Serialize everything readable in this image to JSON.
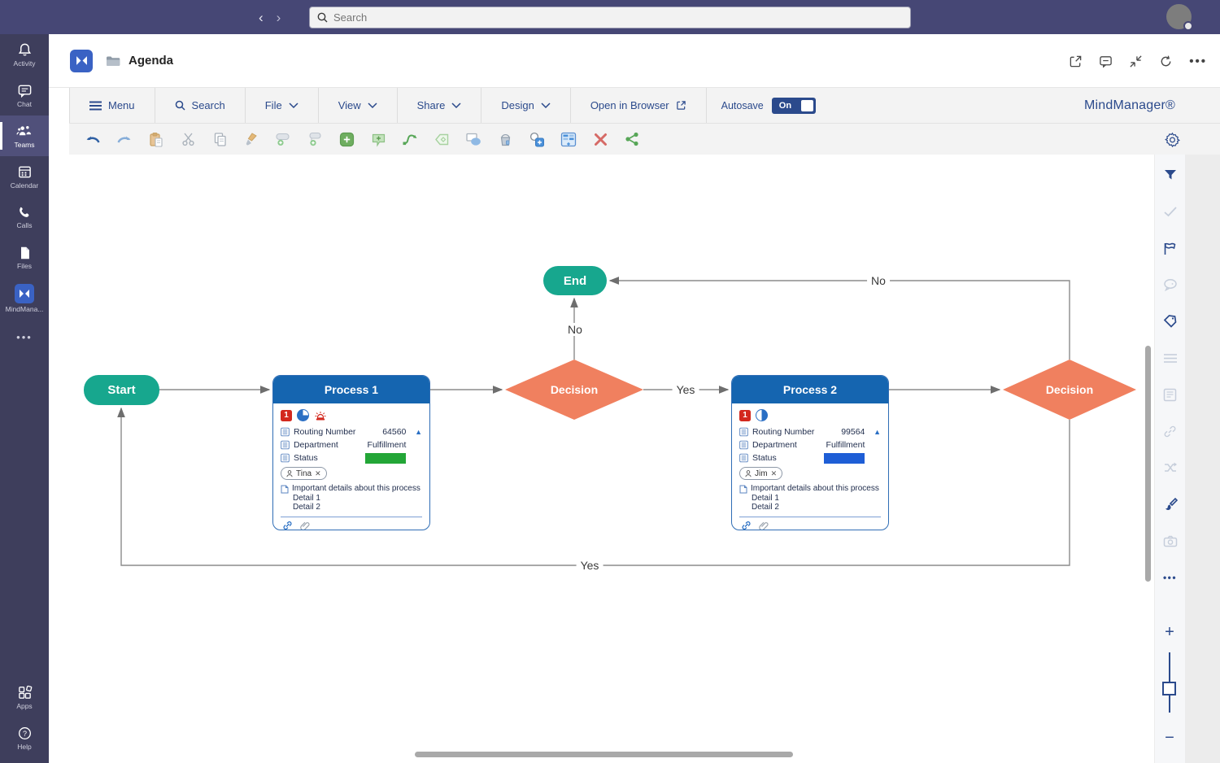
{
  "topbar": {
    "search_placeholder": "Search"
  },
  "teams_sidebar": {
    "items": [
      {
        "label": "Activity"
      },
      {
        "label": "Chat"
      },
      {
        "label": "Teams"
      },
      {
        "label": "Calendar"
      },
      {
        "label": "Calls"
      },
      {
        "label": "Files"
      },
      {
        "label": "MindMana..."
      }
    ],
    "bottom": [
      {
        "label": "Apps"
      },
      {
        "label": "Help"
      }
    ]
  },
  "tab_header": {
    "title": "Agenda"
  },
  "menubar": {
    "menu": "Menu",
    "search": "Search",
    "file": "File",
    "view": "View",
    "share": "Share",
    "design": "Design",
    "open_in_browser": "Open in Browser",
    "autosave_label": "Autosave",
    "autosave_state": "On",
    "brand": "MindManager®"
  },
  "toolbar": {
    "icons": [
      "undo",
      "redo",
      "paste",
      "cut",
      "copy",
      "format-painter",
      "add-topic",
      "add-subtopic",
      "new-topic",
      "callout",
      "relationship",
      "boundary",
      "shapes",
      "fill",
      "smart-shape",
      "matrix",
      "delete",
      "share",
      "settings"
    ]
  },
  "colors": {
    "teal": "#17a78e",
    "process_blue": "#1565b0",
    "decision_salmon": "#f0805f",
    "status_green": "#23a637",
    "status_blue": "#1e5ed6",
    "teams_bar": "#464775",
    "navy": "#2b4a8c"
  },
  "canvas": {
    "start": {
      "label": "Start"
    },
    "end": {
      "label": "End"
    },
    "decision1": {
      "label": "Decision"
    },
    "decision2": {
      "label": "Decision"
    },
    "process1": {
      "title": "Process 1",
      "priority": "1",
      "progress_percent": "75",
      "fields": [
        {
          "name": "Routing Number",
          "value": "64560"
        },
        {
          "name": "Department",
          "value": "Fulfillment"
        },
        {
          "name": "Status",
          "value": "green"
        }
      ],
      "tag": "Tina",
      "notes": [
        "Important details about this process",
        "Detail 1",
        "Detail 2"
      ]
    },
    "process2": {
      "title": "Process 2",
      "priority": "1",
      "progress_percent": "50",
      "fields": [
        {
          "name": "Routing Number",
          "value": "99564"
        },
        {
          "name": "Department",
          "value": "Fulfillment"
        },
        {
          "name": "Status",
          "value": "blue"
        }
      ],
      "tag": "Jim",
      "notes": [
        "Important details about this process",
        "Detail 1",
        "Detail 2"
      ]
    },
    "edge_labels": {
      "yes1": "Yes",
      "no1": "No",
      "no2": "No",
      "yes2": "Yes"
    }
  }
}
